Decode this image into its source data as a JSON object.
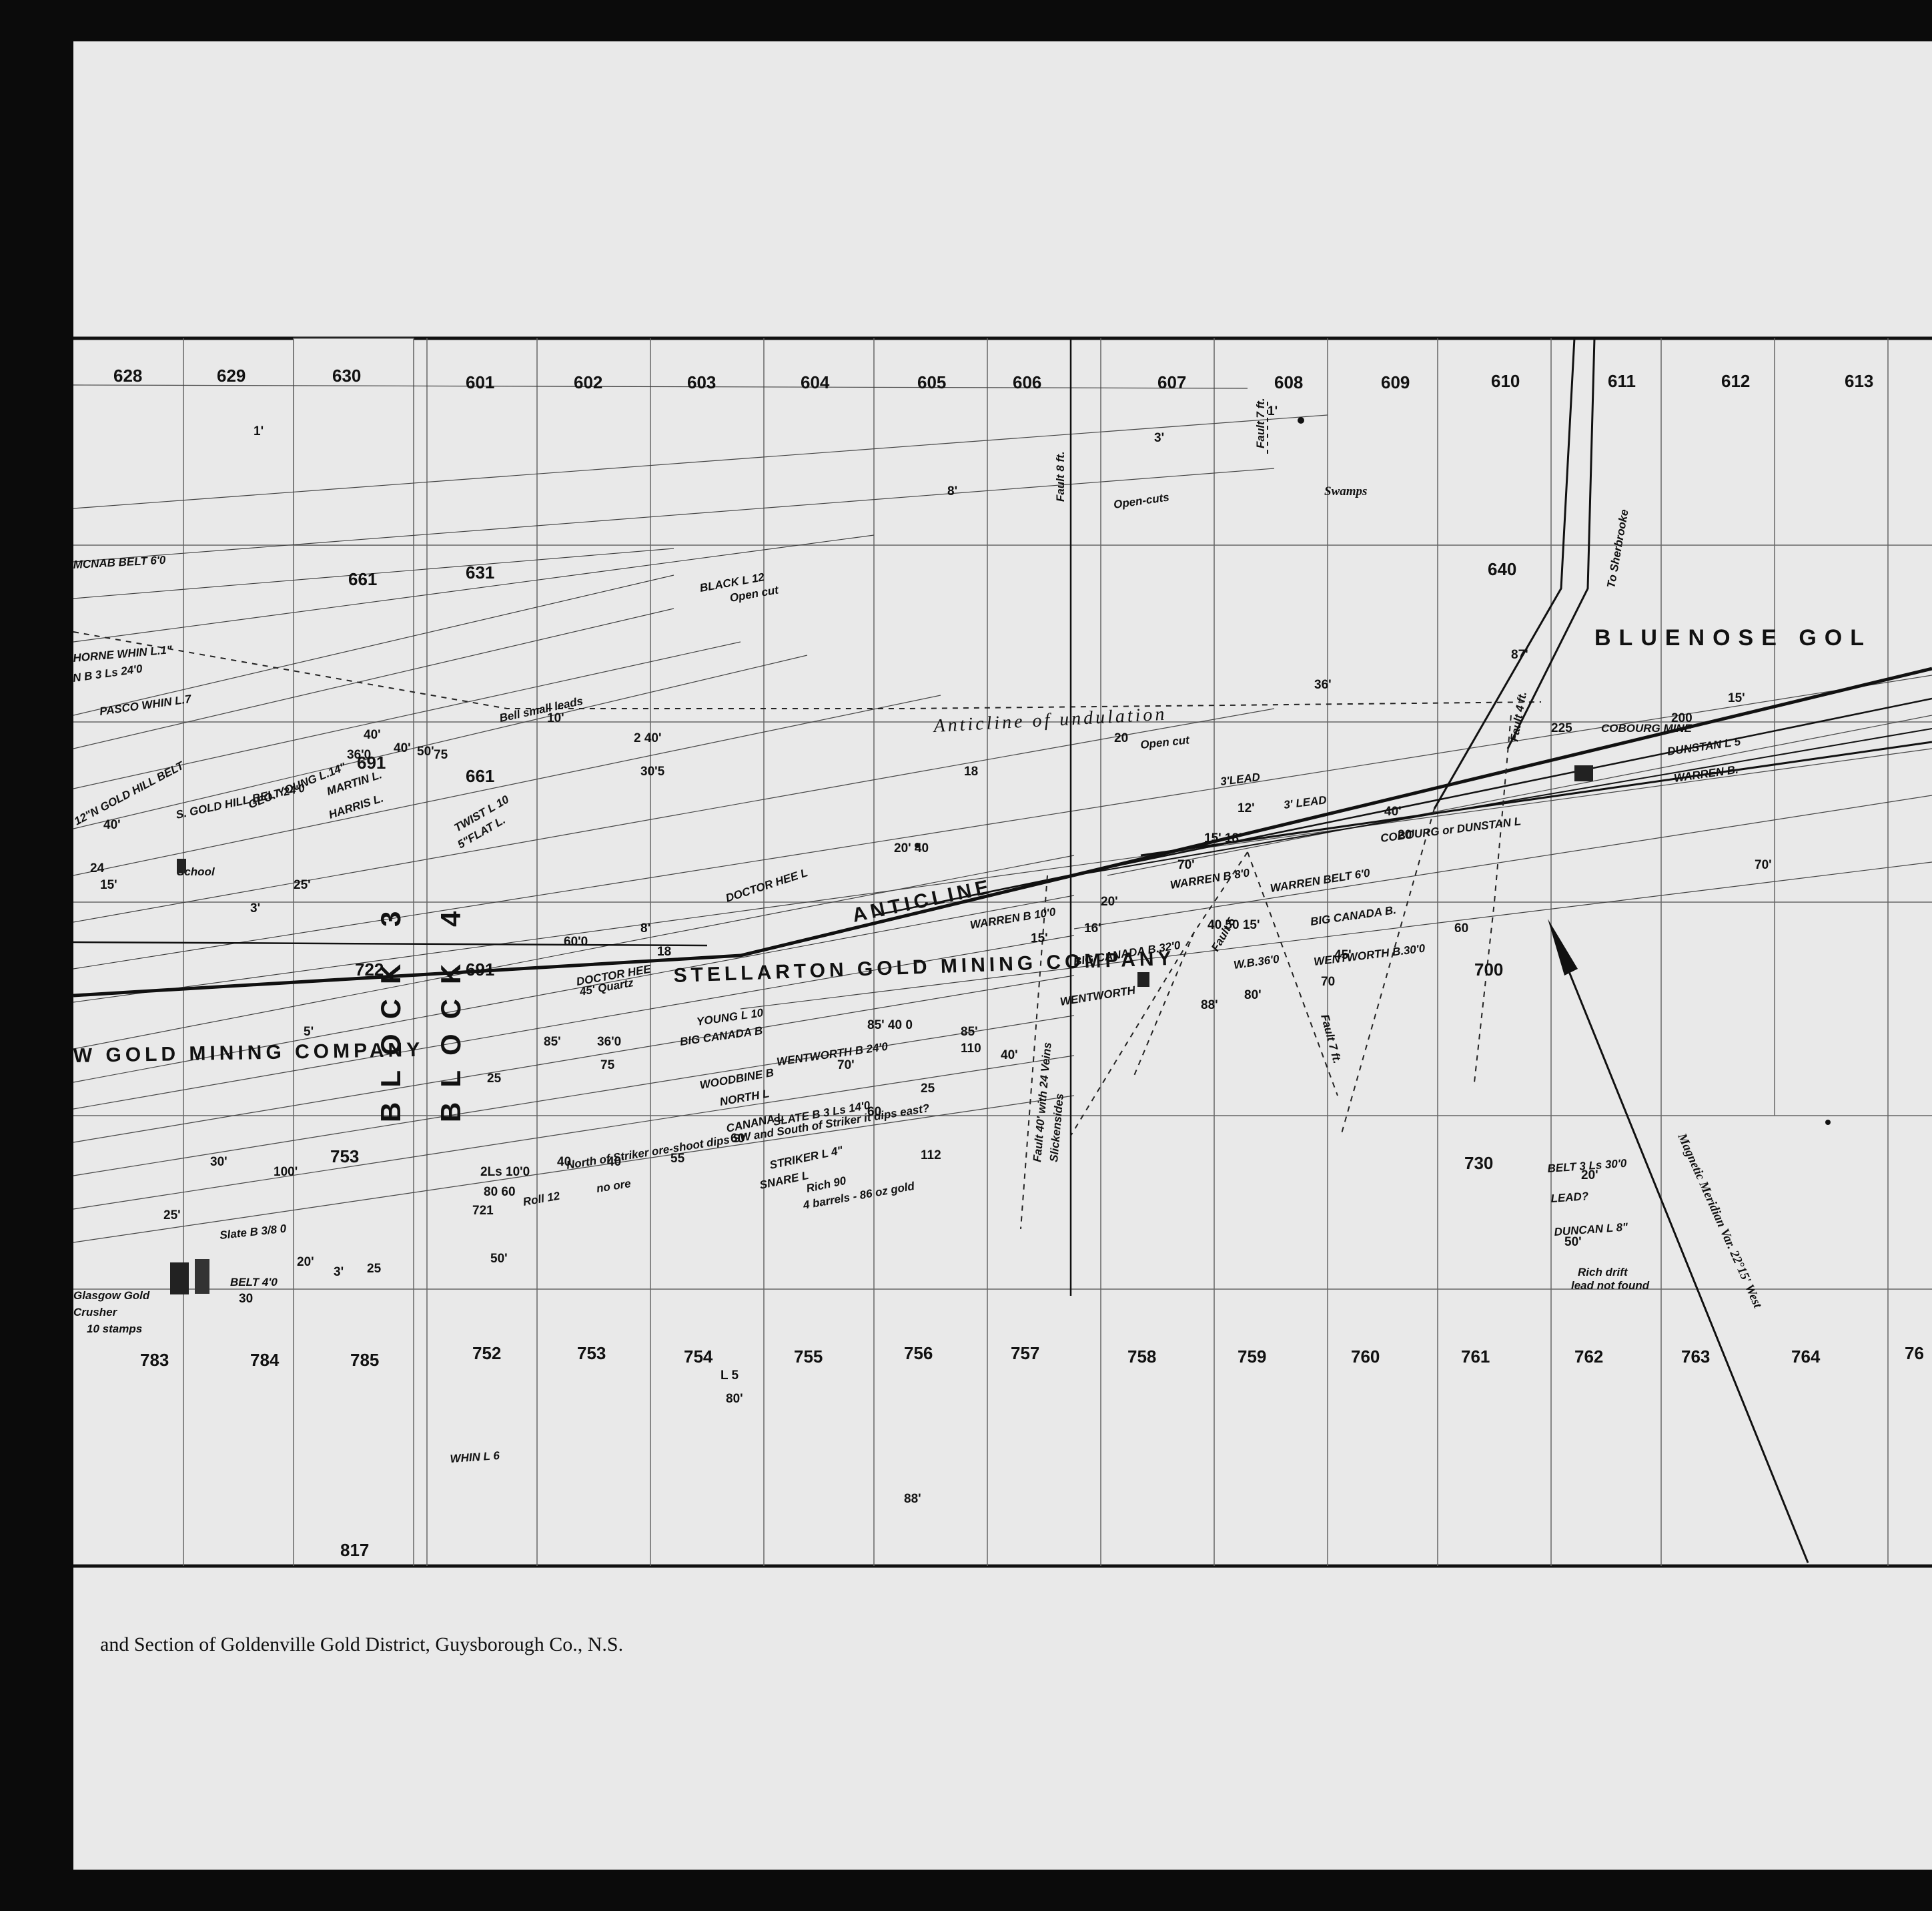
{
  "caption": "and Section of Goldenville Gold District, Guysborough Co., N.S.",
  "lots": {
    "r1": [
      "628",
      "629",
      "630",
      "601",
      "602",
      "603",
      "604",
      "605",
      "606",
      "607",
      "608",
      "609",
      "610",
      "611",
      "612",
      "613"
    ],
    "r2": [
      "661",
      "631",
      "640"
    ],
    "r3": [
      "661",
      "691",
      "722",
      "691"
    ],
    "r4": [
      "700",
      "730",
      "753"
    ],
    "r5": [
      "783",
      "784",
      "785",
      "752",
      "753",
      "754",
      "755",
      "756",
      "757",
      "758",
      "759",
      "760",
      "761",
      "762",
      "763",
      "764",
      "76"
    ],
    "r6": [
      "817"
    ]
  },
  "companies": {
    "stellarton": "STELLARTON GOLD MINING COMPANY",
    "west": "W GOLD MINING COMPANY",
    "bluenose": "BLUENOSE  GOL"
  },
  "blocks": {
    "b3": "BLOCK 3",
    "b4": "BLOCK 4"
  },
  "structures": {
    "anticline_undulation": "Anticline  of  undulation",
    "anticline": "ANTICLINE",
    "swamps": "Swamps",
    "magnetic": "Magnetic Meridian Var. 22°15' West",
    "sherbrooke": "To Sherbrooke"
  },
  "leads": {
    "black": "BLACK L 12",
    "black_cut": "Open cut",
    "mcnab": "MCNAB BELT 6'0",
    "whin1": "HORNE WHIN L.1\"",
    "pasco": "PASCO WHIN L.7",
    "gbls": "N B 3 Ls 24'0",
    "goldhill_n": "12\"N GOLD HILL BELT",
    "goldhill_s": "S. GOLD HILL BELT 24'0",
    "geoyoung": "GEO. YOUNG L.14\"",
    "martin": "MARTIN L.",
    "harris": "HARRIS L.",
    "twist": "TWIST L 10",
    "flat": "5\"FLAT L.",
    "bell": "Bell small leads",
    "doctorhee": "DOCTOR HEE L",
    "doctorhee2": "DOCTOR HEE",
    "quartz45": "45' Quartz",
    "young": "YOUNG L 10",
    "bigcanada": "BIG CANADA B",
    "wentworth": "WENTWORTH B 24'0",
    "woodbine": "WOODBINE B",
    "north": "NORTH L",
    "canana": "CANANA L",
    "slate": "SLATE B 3 Ls 14'0",
    "striker": "STRIKER L 4\"",
    "snare": "SNARE L",
    "rich": "Rich 90",
    "barrels": "4 barrels - 86 oz gold",
    "north_striker": "North of Striker ore-shoot  dips SW and South of Striker it dips east?",
    "no_ore": "no ore",
    "roll": "Roll 12",
    "school": "School",
    "crusher1": "Glasgow Gold",
    "crusher2": "Crusher",
    "crusher3": "10 stamps",
    "belt": "BELT 4'0",
    "slate2": "Slate B 3/8 0",
    "whin6": "WHIN L 6",
    "cobourg": "COBOURG MINE",
    "dunstan": "DUNSTAN L 5",
    "warren": "WARREN B.",
    "cobourg_dunstan": "COBOURG or DUNSTAN L",
    "warrenbelt": "WARREN BELT 6'0",
    "warren_b8": "WARREN B 8'0",
    "warren_b10": "WARREN B 10'0",
    "bigcanada2": "BIG CANADA B.32'0",
    "bigcanada3": "BIG CANADA B.",
    "wentworth2": "WENTWORTH B.30'0",
    "wentworth3": "WENTWORTH",
    "wb36": "W.B.36'0",
    "lead3": "3'LEAD",
    "lead3b": "3' LEAD",
    "belt3ls": "BELT 3 Ls 30'0",
    "lead_q": "LEAD?",
    "duncan": "DUNCAN L 8\"",
    "richdrift1": "Rich drift",
    "richdrift2": "lead not found",
    "fault8": "Fault 8 ft.",
    "fault7": "Fault 7 ft.",
    "fault4": "Fault 4 ft.",
    "fault7b": "Fault 7 ft.",
    "fault5": "Fault 5",
    "fault_v": "Fault 40' with 24 Veins",
    "slickensides": "Slickensides",
    "open_cuts": "Open-cuts",
    "open_cut": "Open cut"
  }
}
